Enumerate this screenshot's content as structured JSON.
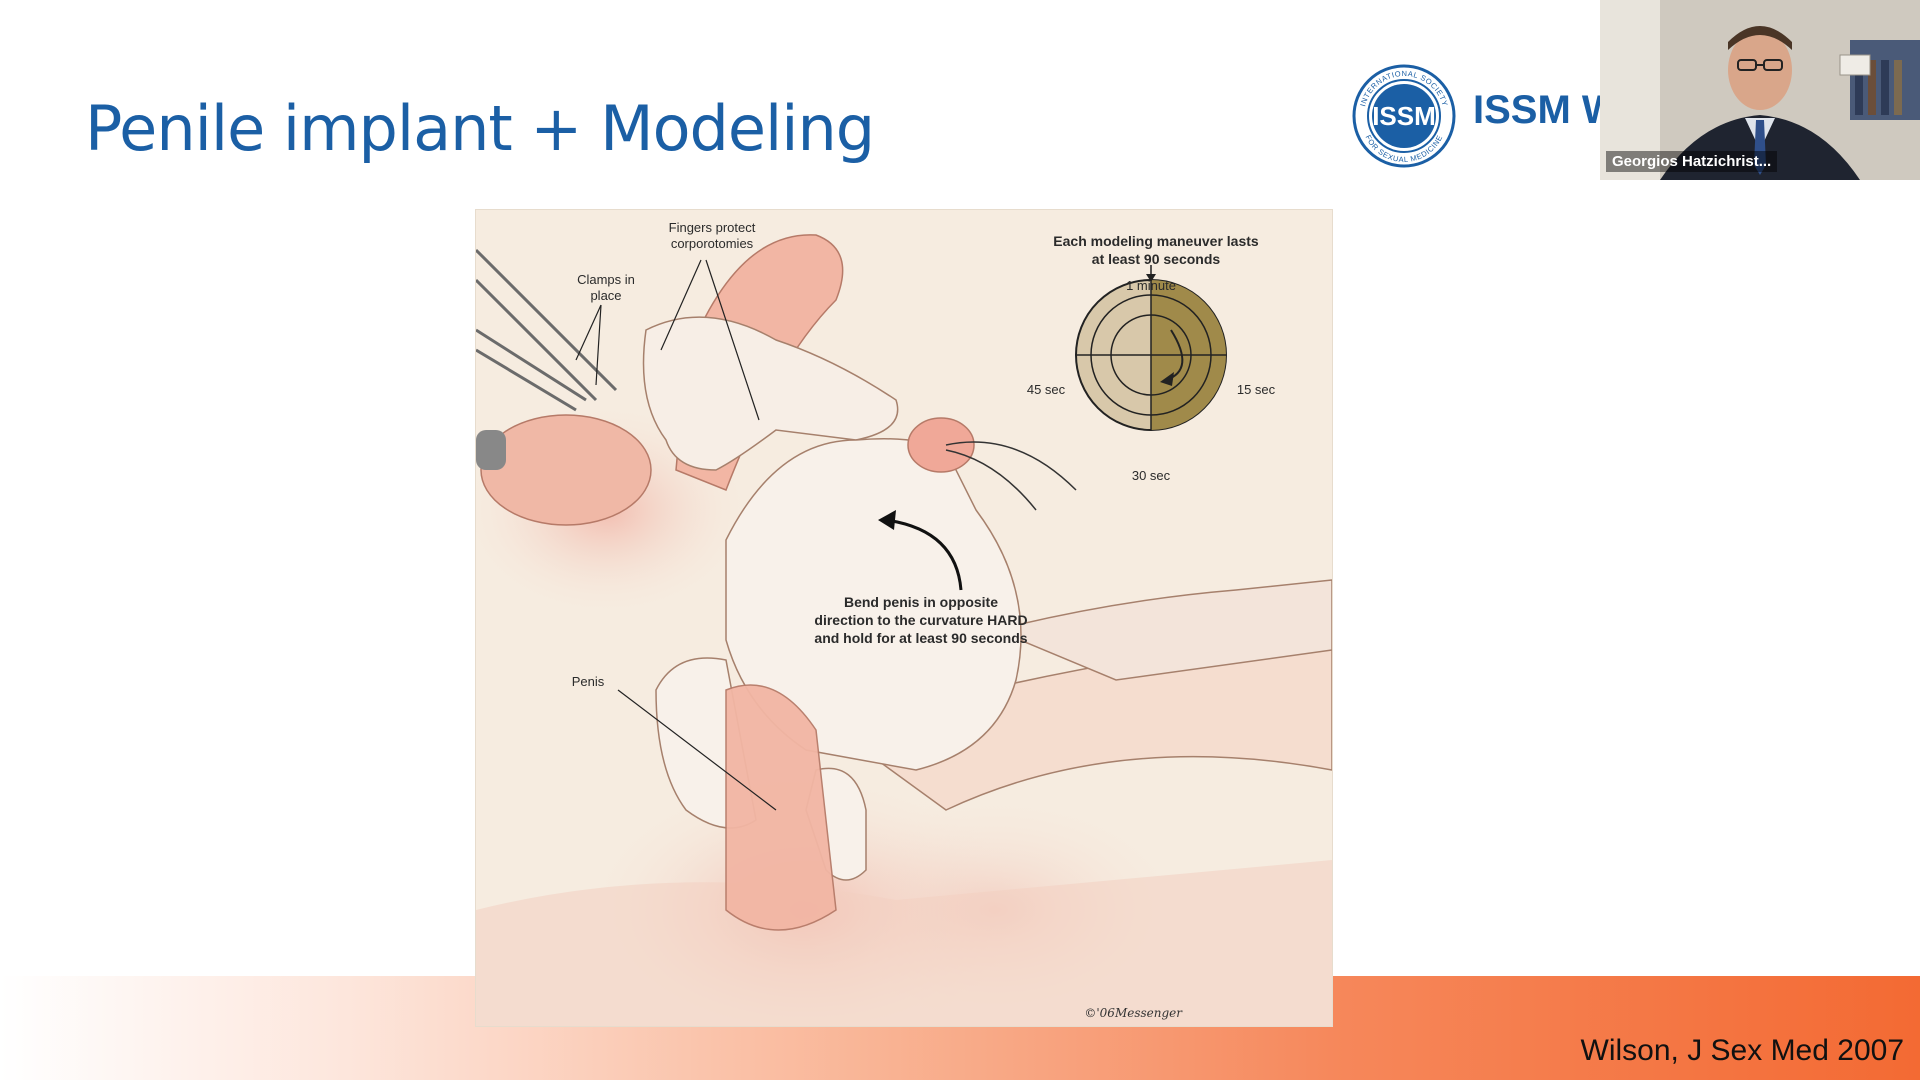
{
  "slide": {
    "title": "Penile implant + Modeling",
    "logo_text": "ISSM W",
    "logo_ring_text_top": "INTERNATIONAL SOCIETY",
    "logo_ring_text_bottom": "FOR SEXUAL MEDICINE",
    "logo_center": "ISSM",
    "citation": "Wilson, J Sex Med 2007"
  },
  "figure": {
    "label_fingers": [
      "Fingers protect",
      "corporotomies"
    ],
    "label_clamps": [
      "Clamps in",
      "place"
    ],
    "label_maneuver": [
      "Each modeling maneuver lasts",
      "at least 90 seconds"
    ],
    "clock_top": "1 minute",
    "clock_left": "45 sec",
    "clock_right": "15 sec",
    "clock_bottom": "30 sec",
    "label_bend": [
      "Bend penis in opposite",
      "direction to the curvature HARD",
      "and hold for at least 90 seconds"
    ],
    "label_penis": "Penis",
    "signature": "©'06Messenger"
  },
  "video": {
    "participant_name": "Georgios Hatzichrist..."
  },
  "colors": {
    "title_blue": "#1b5fa5",
    "band_orange": "#f36a33",
    "figure_bg": "#f6ece0",
    "clock_gold": "#a08a4a"
  }
}
